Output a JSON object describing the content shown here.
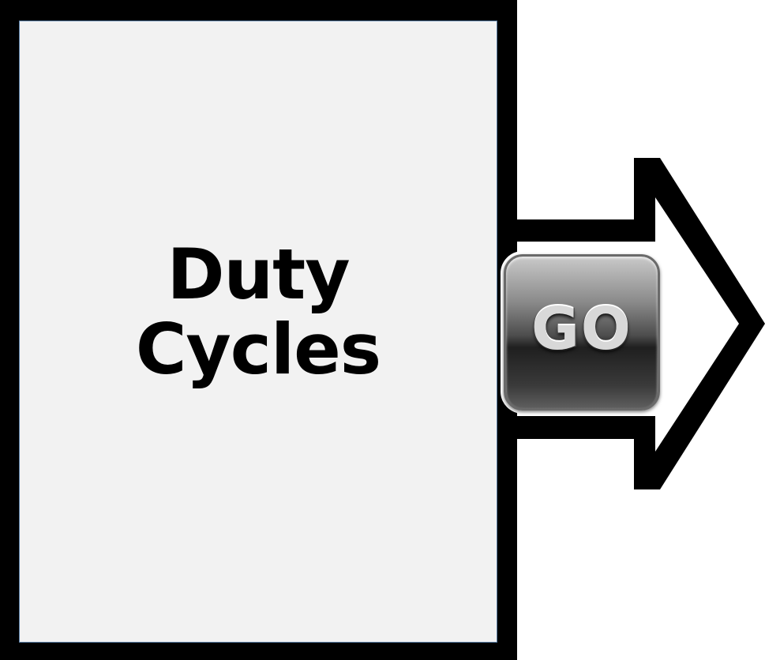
{
  "card": {
    "title_line1": "Duty",
    "title_line2": "Cycles"
  },
  "go_button": {
    "label": "GO",
    "icon": "right-arrow-icon"
  },
  "colors": {
    "frame": "#000000",
    "panel": "#f2f2f2",
    "panel_border": "#5b7fa6",
    "button_dark": "#1f1f1f",
    "button_light": "#c9c9c9"
  }
}
